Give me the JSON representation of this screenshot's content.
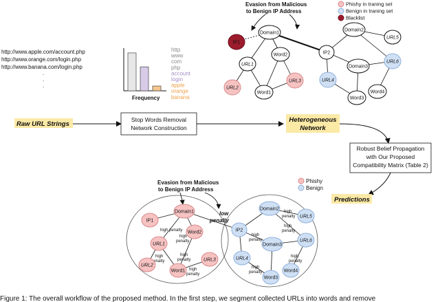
{
  "urls": [
    "http://www.apple.com/account.php",
    "http://www.orange.com/login.php",
    "http://www.banana.com/login.php"
  ],
  "ellipsis": [
    ".",
    ".",
    "."
  ],
  "frequency": {
    "label": "Frequency",
    "words": [
      "http",
      "www",
      "com",
      "php",
      "account",
      "login",
      "apple",
      "orange",
      "banana"
    ],
    "word_colors": [
      "#8a8a8a",
      "#8a8a8a",
      "#8a8a8a",
      "#8a8a8a",
      "#a58fc7",
      "#a58fc7",
      "#f0a24a",
      "#f0a24a",
      "#f0a24a"
    ],
    "bars": [
      {
        "value": 0.95,
        "color": "#e7e7e7"
      },
      {
        "value": 0.6,
        "color": "#d7cbe8"
      },
      {
        "value": 0.12,
        "color": "#f6c68c"
      }
    ]
  },
  "top_graph": {
    "annotation_line1": "Evasion from Malicious",
    "annotation_line2": "to Benign IP Address",
    "legend": [
      {
        "label": "Phishy in traning set",
        "color": "#f6c2c2",
        "stroke": "#d98a8a"
      },
      {
        "label": "Benign in traning set",
        "color": "#cfe0f5",
        "stroke": "#8fb0da"
      },
      {
        "label": "Blacklist",
        "color": "#9b1c2c",
        "stroke": "#6e0f1c"
      }
    ],
    "nodes": {
      "ip1": "IP1",
      "domain1": "Domain1",
      "word2": "Word2",
      "url1": "URL1",
      "url2": "URL2",
      "url3": "URL3",
      "word1": "Word1",
      "ip2": "IP2",
      "domain2": "Domain2",
      "domain3": "Domain3",
      "url5": "URL5",
      "url6": "URL6",
      "url4": "URL4",
      "word3": "Word3",
      "word4": "Word4"
    }
  },
  "flow": {
    "raw_urls": "Raw URL Strings",
    "stop_words_line1": "Stop Words Removal",
    "stop_words_line2": "Network Construction",
    "het_line1": "Heterogeneous",
    "het_line2": "Network",
    "rbp_line1": "Robust Belief Propagation",
    "rbp_line2": "with Our Proposed",
    "rbp_line3": "Compatibility Matrix (Table 2)",
    "predictions": "Predictions"
  },
  "bottom_graph": {
    "annotation_line1": "Evasion from Malicious",
    "annotation_line2": "to Benign IP Address",
    "legend": [
      {
        "label": "Phishy",
        "color": "#f6c2c2",
        "stroke": "#d98a8a"
      },
      {
        "label": "Benign",
        "color": "#cfe0f5",
        "stroke": "#8fb0da"
      }
    ],
    "low_penalty_1": "low",
    "low_penalty_2": "penalty",
    "high": "high",
    "penalty": "penalty",
    "high_penalty": "high penalty",
    "nodes": {
      "ip1": "IP1",
      "domain1": "Domain1",
      "word2": "Word2",
      "url1": "URL1",
      "url2": "URL2",
      "url3": "URL3",
      "word1": "Word1",
      "ip2": "IP2",
      "domain2": "Domain2",
      "domain3": "Domain3",
      "url5": "URL5",
      "url6": "URL6",
      "url4": "URL4",
      "word3": "Word3",
      "word4": "Word4"
    }
  },
  "caption": "Figure 1: The overall workflow of the proposed method. In the first step, we segment collected URLs into words and remove"
}
